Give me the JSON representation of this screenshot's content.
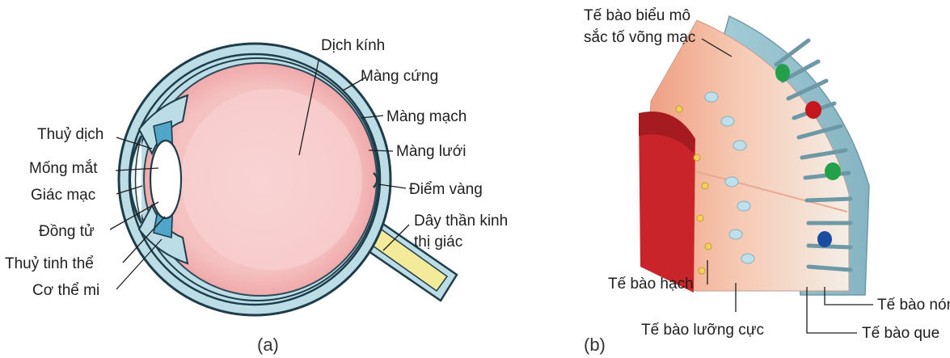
{
  "eye": {
    "caption": "(a)",
    "labels": {
      "vitreous": "Dịch kính",
      "sclera": "Màng cứng",
      "choroid": "Màng mạch",
      "retina": "Màng lưới",
      "macula": "Điểm vàng",
      "optic_nerve_line1": "Dây thần kinh",
      "optic_nerve_line2": "thị giác",
      "aqueous": "Thuỷ dịch",
      "iris": "Mống mắt",
      "cornea": "Giác mạc",
      "pupil": "Đồng tử",
      "lens": "Thuỷ tinh thể",
      "ciliary": "Cơ thể mi"
    }
  },
  "retina": {
    "caption": "(b)",
    "labels": {
      "rpe_line1": "Tế bào biểu mô",
      "rpe_line2": "sắc tố võng mạc",
      "ganglion": "Tế bào hạch",
      "bipolar": "Tế bào lưỡng cực",
      "cone": "Tế bào nón",
      "rod": "Tế bào que"
    }
  },
  "colors": {
    "vitreous": "#f4b3b3",
    "vitreous_light": "#f8cfcf",
    "sclera_layer": "#bcdde6",
    "outline": "#1e3c4a",
    "iris": "#4fa6c9",
    "optic_nerve": "#f3ea9a",
    "retina_red": "#c8242a",
    "retina_pink": "#f4c0aa",
    "retina_blue": "#8fb9c6",
    "cone_green": "#22a04a",
    "cone_red": "#c4161c",
    "cone_blue": "#1b4ca0"
  }
}
